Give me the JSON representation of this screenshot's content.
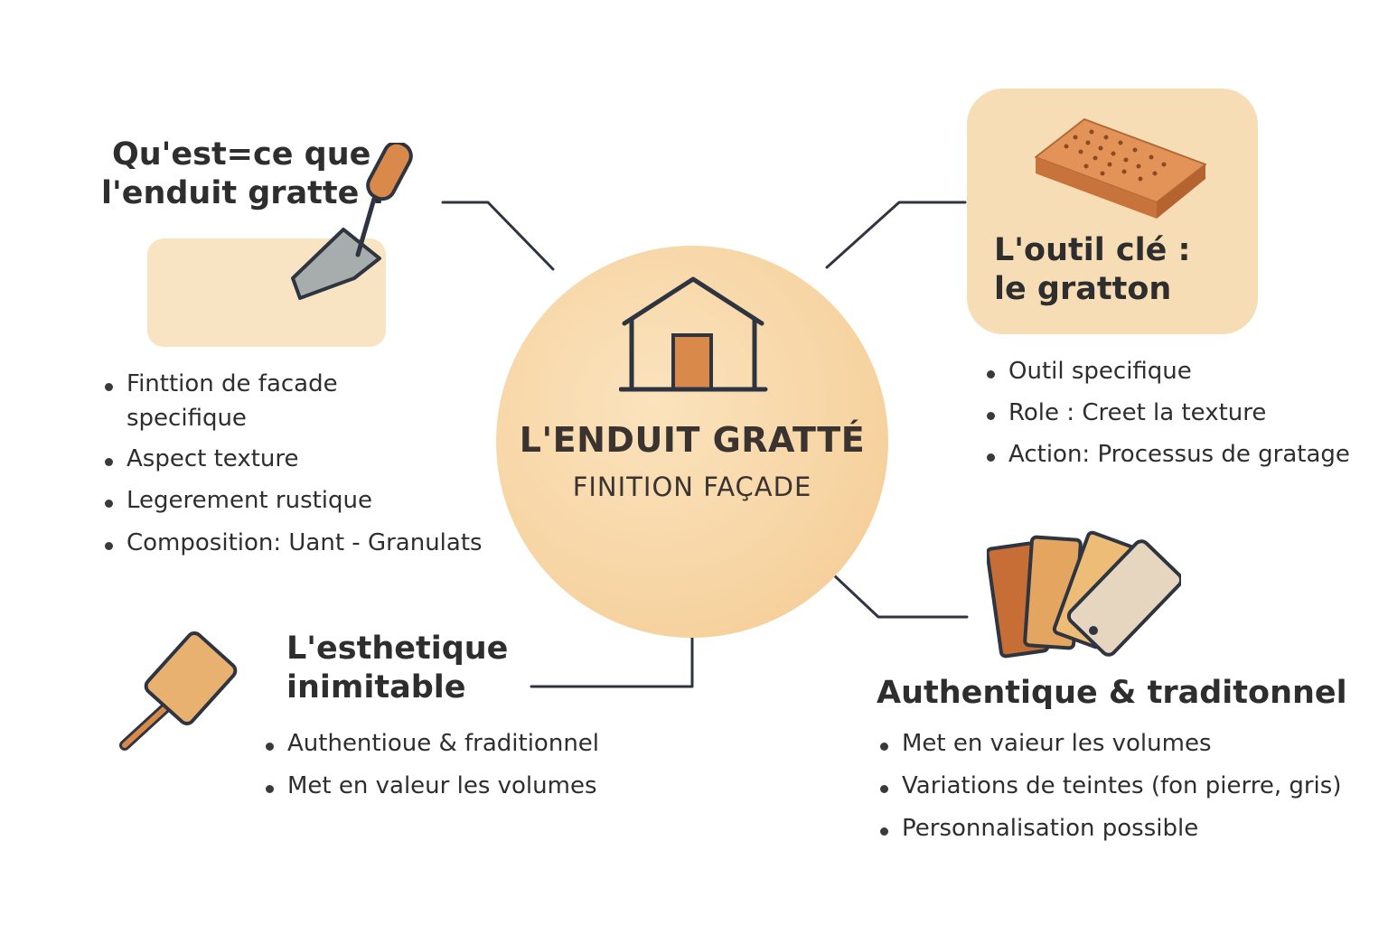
{
  "center": {
    "title": "L'ENDUIT GRATTÉ",
    "subtitle": "FINITION FAÇADE",
    "icon": "house-icon"
  },
  "top_left": {
    "title_line1": "Qu'est=ce que",
    "title_line2": "l'enduit gratte ?",
    "icon": "trowel-icon",
    "bullets": [
      "Finttion de facade",
      "specifique",
      "Aspect texture",
      "Legerement rustique",
      "Composition: Uant - Granulats"
    ]
  },
  "top_right": {
    "title_line1": "L'outil clé :",
    "title_line2": "le gratton",
    "icon": "gratton-tool-icon",
    "bullets": [
      "Outil specifique",
      "Role : Creet la texture",
      "Action: Processus de gratage"
    ]
  },
  "bottom_left": {
    "title_line1": "L'esthetique",
    "title_line2": "inimitable",
    "icon": "float-tool-icon",
    "bullets": [
      "Authentioue & fraditionnel",
      "Met en valeur les volumes"
    ]
  },
  "bottom_right": {
    "title": "Authentique & traditonnel",
    "icon": "color-swatches-icon",
    "bullets": [
      "Met en vaieur les volumes",
      "Variations de teintes (fon pierre, gris)",
      "Personnalisation possible"
    ]
  },
  "colors": {
    "accent_orange": "#d98a4b",
    "panel_beige": "#f7ddb6",
    "circle_fill": "#f6d29f",
    "line_dark": "#2f3540"
  }
}
